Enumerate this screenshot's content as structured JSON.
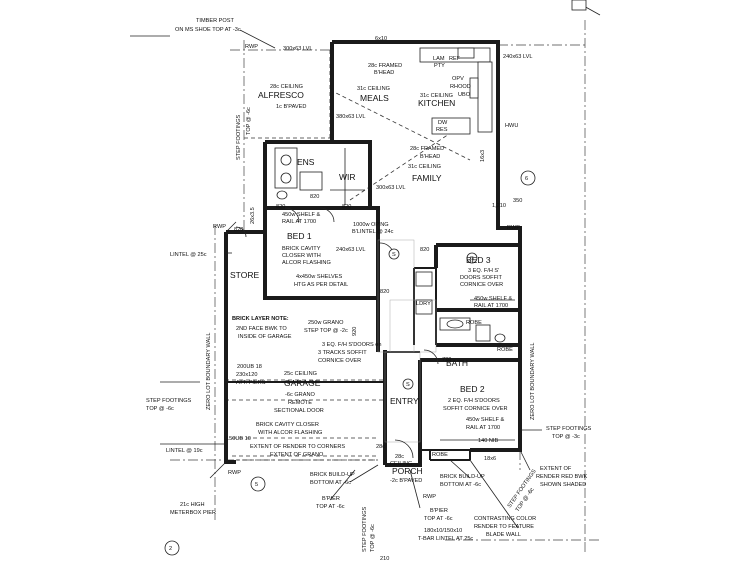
{
  "labels": {
    "timber_post": "TIMBER POST",
    "ms_shoe": "ON MS SHOE TOP AT -3c",
    "lvl_top": "300x63 LVL",
    "top_dim": "6x10",
    "lvl_right": "240x63 LVL",
    "rwp": "RWP",
    "framed_1": "28c FRAMED",
    "bhead_1": "B'HEAD",
    "ceiling_28": "28c CEILING",
    "alfresco": "ALFRESCO",
    "paved": "1c B'PAVED",
    "ceiling_31": "31c CEILING",
    "meals": "MEALS",
    "kitchen": "KITCHEN",
    "lam": "LAM",
    "pty": "PTY",
    "ref": "REF",
    "opv": "OPV",
    "rhood": "RHOOD",
    "ubo": "UBO",
    "ceiling_31b": "31c CEILING",
    "lvl_meals": "380x63 LVL",
    "dw": "DW",
    "res": "RES",
    "hwu": "HWU",
    "step_footings_top": "STEP FOOTINGS",
    "top_6c": "TOP @ -6c",
    "ens": "ENS",
    "wir": "WIR",
    "framed_2": "28c FRAMED",
    "bhead_2": "B'HEAD",
    "ceiling_31c": "31c CEILING",
    "family": "FAMILY",
    "lvl_family": "300x63 LVL",
    "dim_820a": "820",
    "dim_820b": "820",
    "dim_820c": "820",
    "dim_820d": "820",
    "dim_820e": "820",
    "dim_820f": "820",
    "dim_720": "720",
    "dim_1210": "1,210",
    "dim_350": "350",
    "dim_163": "16x3",
    "shelf_1": "450w SHELF &",
    "rail_1": "RAIL AT 1700",
    "opening": "1000w OP'NG",
    "bhead_lintel": "B'LINTEL @ 24c",
    "bed1": "BED 1",
    "brick_cavity_1": "BRICK CAVITY",
    "closer_1": "CLOSER WITH",
    "alcor_1": "ALCOR FLASHING",
    "lvl_bed1": "240x63 LVL",
    "bed3": "BED 3",
    "eq_fh": "3 EQ. F/H S'",
    "doors_soffit": "DOORS SOFFIT",
    "cornice_over": "CORNICE OVER",
    "shelf_3": "450w SHELF &",
    "rail_3": "RAIL AT 1700",
    "lintel_25": "LINTEL @ 25c",
    "store": "STORE",
    "shelves": "4x450w SHELVES",
    "htg": "HTG AS PER DETAIL",
    "lnd": "LDRY",
    "robe_1": "ROBE",
    "note_title": "BRICK LAYER NOTE:",
    "note_1": "2ND FACE BWK TO",
    "note_2": "INSIDE OF GARAGE",
    "grano": "250w GRANO",
    "step_top": "STEP TOP @ -2c",
    "dim_920": "920",
    "eq_sdoors": "3 EQ. F/H S'DOORS on",
    "tracks": "3 TRACKS SOFFIT",
    "cornice_2": "CORNICE OVER",
    "bath": "BATH",
    "ub": "200UB 18",
    "piers_dim": "230x120",
    "att_piers": "ATT. PIERS",
    "ceiling_25": "25c CEILING",
    "garage": "GARAGE",
    "grano_2": "-6c GRANO",
    "remote": "REMOTE",
    "sectional": "SECTIONAL DOOR",
    "zero_lot_left": "ZERO LOT BOUNDARY WALL",
    "step_footings_l": "STEP FOOTINGS",
    "top_6c_l": "TOP @ -6c",
    "brick_cavity_2": "BRICK CAVITY CLOSER",
    "alcor_2": "WITH ALCOR FLASHING",
    "ub_10": "150UB 10",
    "extent_1": "EXTENT OF RENDER TO CORNERS",
    "extent_2": "EXTENT OF GRANO",
    "entry": "ENTRY",
    "bed2": "BED 2",
    "eq_bed2": "2 EQ. F/H S'DOORS",
    "soffit_bed2": "SOFFIT CORNICE OVER",
    "shelf_2": "450w SHELF &",
    "rail_2": "RAIL AT 1700",
    "nib": "140 NIB",
    "robe_2": "ROBE",
    "robe_3": "ROBE",
    "zero_lot_right": "ZERO LOT BOUNDARY WALL",
    "step_footings_r": "STEP FOOTINGS",
    "top_3c_r": "TOP @ -3c",
    "lintel_19": "LINTEL @ 19c",
    "ceiling_28p": "28c",
    "ceiling_p": "CEILING",
    "porch": "PORCH",
    "paved_p": "-2c B'PAVED",
    "brick_buildup_l": "BRICK BUILD-UP",
    "bottom_6c_l": "BOTTOM AT -6c",
    "brick_buildup_r": "BRICK BUILD-UP",
    "bottom_6c_r": "BOTTOM AT -6c",
    "extent_render": "EXTENT OF",
    "render_red": "RENDER RED BWK",
    "shown_shaded": "SHOWN SHADED",
    "high_meter": "21c HIGH",
    "meterbox": "METERBOX PIER",
    "bpier_l": "B'PIER",
    "bpier_l2": "TOP AT -6c",
    "bpier_r": "B'PIER",
    "bpier_r2": "TOP AT -6c",
    "lintel_tbar": "180x10/150x10",
    "tbar": "T-BAR LINTEL AT 25c",
    "contrast": "CONTRASTING COLOR",
    "render_feat": "RENDER TO FEATURE",
    "blade": "BLADE WALL",
    "step_footings_b": "STEP FOOTINGS",
    "top_6c_b": "TOP @ -6c",
    "step_footings_br": "STEP FOOTINGS",
    "top_6c_br": "TOP @ -6c",
    "dim_18": "18x6",
    "dim_210": "210",
    "dim_262": "26x3.5",
    "dim_28": "28c",
    "marker_5": "5",
    "marker_6": "6",
    "marker_s": "S",
    "marker_2": "2"
  },
  "colors": {
    "wall": "#1a1a1a",
    "line": "#222222",
    "background": "#ffffff"
  }
}
